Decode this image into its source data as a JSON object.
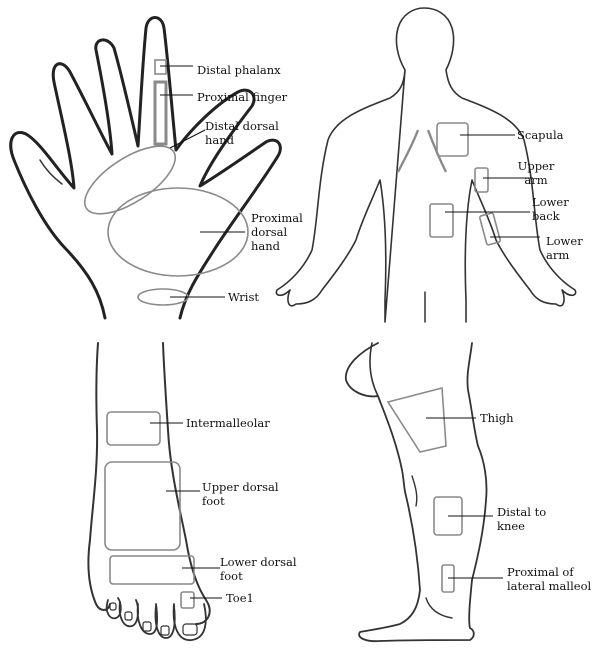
{
  "labels": {
    "distal_phalanx": [
      "Distal phalanx"
    ],
    "proximal_finger": [
      "Proximal finger"
    ],
    "distal_dorsal_hand": [
      "Distal dorsal",
      "hand"
    ],
    "proximal_dorsal_hand": [
      "Proximal",
      "dorsal",
      "hand"
    ],
    "wrist": [
      "Wrist"
    ],
    "scapula": [
      "Scapula"
    ],
    "upper_arm": [
      "Upper",
      "arm"
    ],
    "lower_back": [
      "Lower",
      "back"
    ],
    "lower_arm": [
      "Lower",
      "arm"
    ],
    "intermalleolar": [
      "Intermalleolar"
    ],
    "upper_dorsal_foot": [
      "Upper dorsal",
      "foot"
    ],
    "lower_dorsal_foot": [
      "Lower dorsal",
      "foot"
    ],
    "toe1": [
      "Toe1"
    ],
    "thigh": [
      "Thigh"
    ],
    "distal_to_knee": [
      "Distal to",
      "knee"
    ],
    "proximal_lateral_malleol": [
      "Proximal of",
      "lateral malleol"
    ]
  }
}
